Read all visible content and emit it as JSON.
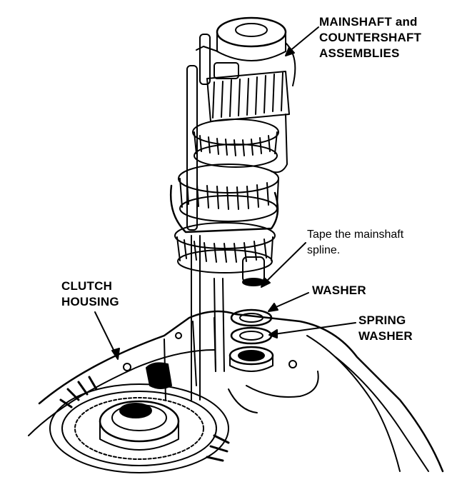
{
  "labels": {
    "assemblies": [
      "MAINSHAFT and",
      "COUNTERSHAFT",
      "ASSEMBLIES"
    ],
    "tape": [
      "Tape the mainshaft",
      "spline."
    ],
    "washer": "WASHER",
    "spring_washer": [
      "SPRING",
      "WASHER"
    ],
    "clutch_housing": [
      "CLUTCH",
      "HOUSING"
    ]
  },
  "colors": {
    "ink": "#000000",
    "paper": "#ffffff"
  }
}
